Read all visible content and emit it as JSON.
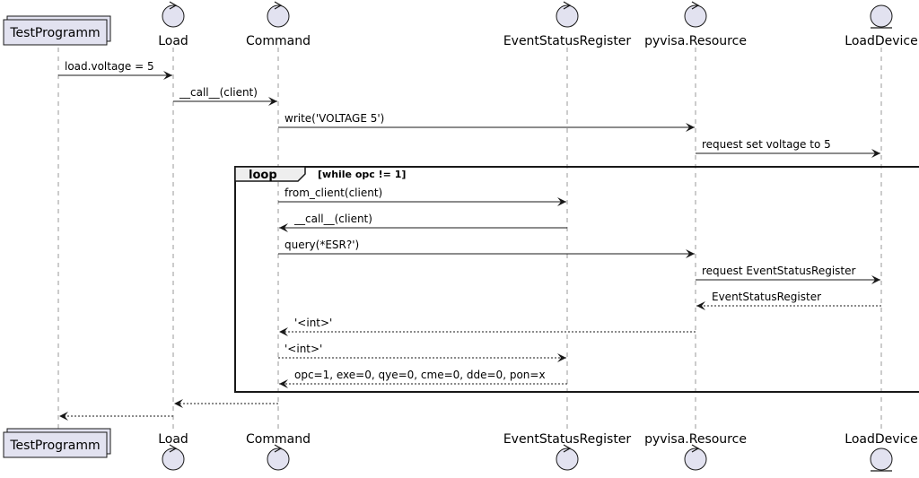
{
  "participants": [
    {
      "id": "testprogramm",
      "label": "TestProgramm",
      "kind": "collections"
    },
    {
      "id": "load",
      "label": "Load",
      "kind": "control"
    },
    {
      "id": "command",
      "label": "Command",
      "kind": "control"
    },
    {
      "id": "esr",
      "label": "EventStatusRegister",
      "kind": "control"
    },
    {
      "id": "resource",
      "label": "pyvisa.Resource",
      "kind": "control"
    },
    {
      "id": "device",
      "label": "LoadDevice",
      "kind": "entity"
    }
  ],
  "messages": [
    {
      "from": "testprogramm",
      "to": "load",
      "label": "load.voltage = 5",
      "dashed": false
    },
    {
      "from": "load",
      "to": "command",
      "label": "__call__(client)",
      "dashed": false
    },
    {
      "from": "command",
      "to": "resource",
      "label": "write('VOLTAGE 5')",
      "dashed": false
    },
    {
      "from": "resource",
      "to": "device",
      "label": "request set voltage to 5",
      "dashed": false
    },
    {
      "from": "command",
      "to": "esr",
      "label": "from_client(client)",
      "dashed": false
    },
    {
      "from": "esr",
      "to": "command",
      "label": "__call__(client)",
      "dashed": false
    },
    {
      "from": "command",
      "to": "resource",
      "label": "query(*ESR?')",
      "dashed": false
    },
    {
      "from": "resource",
      "to": "device",
      "label": "request EventStatusRegister",
      "dashed": false
    },
    {
      "from": "device",
      "to": "resource",
      "label": "EventStatusRegister",
      "dashed": true
    },
    {
      "from": "resource",
      "to": "command",
      "label": "'<int>'",
      "dashed": true
    },
    {
      "from": "command",
      "to": "esr",
      "label": "'<int>'",
      "dashed": true
    },
    {
      "from": "esr",
      "to": "command",
      "label": "opc=1, exe=0, qye=0, cme=0, dde=0, pon=x",
      "dashed": true
    },
    {
      "from": "command",
      "to": "load",
      "label": "",
      "dashed": true
    },
    {
      "from": "load",
      "to": "testprogramm",
      "label": "",
      "dashed": true
    }
  ],
  "loop": {
    "title": "loop",
    "condition": "[while opc != 1]"
  },
  "colors": {
    "participant_fill": "#E2E2F0",
    "border": "#181818",
    "lifeline": "#999999"
  }
}
